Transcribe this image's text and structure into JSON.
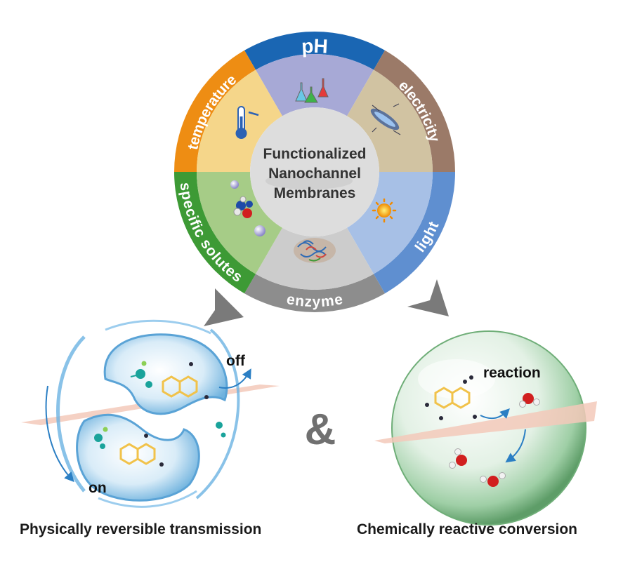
{
  "center": {
    "line1": "Functionalized",
    "line2": "Nanochannel",
    "line3": "Membranes"
  },
  "ring": {
    "segments": [
      {
        "label": "pH",
        "color": "#1a66b3"
      },
      {
        "label": "electricity",
        "color": "#9b7a68"
      },
      {
        "label": "light",
        "color": "#5f8fd0"
      },
      {
        "label": "enzyme",
        "color": "#8d8d8d"
      },
      {
        "label": "specific solutes",
        "color": "#3d9a35"
      },
      {
        "label": "temperature",
        "color": "#ee8d13"
      }
    ],
    "inner_colors": [
      "#a7a9d6",
      "#d1c3a2",
      "#a7c0e6",
      "#cccccc",
      "#a6cc87",
      "#f5d68a"
    ]
  },
  "left_panel": {
    "off_label": "off",
    "on_label": "on",
    "caption": "Physically reversible transmission"
  },
  "ampersand": "&",
  "right_panel": {
    "reaction_label": "reaction",
    "caption": "Chemically reactive conversion"
  },
  "icons": {
    "ph": "flasks-icon",
    "electricity": "electric-field-icon",
    "light": "sun-icon",
    "enzyme": "enzyme-protein-icon",
    "specific_solutes": "molecules-icon",
    "temperature": "thermometer-icon"
  }
}
